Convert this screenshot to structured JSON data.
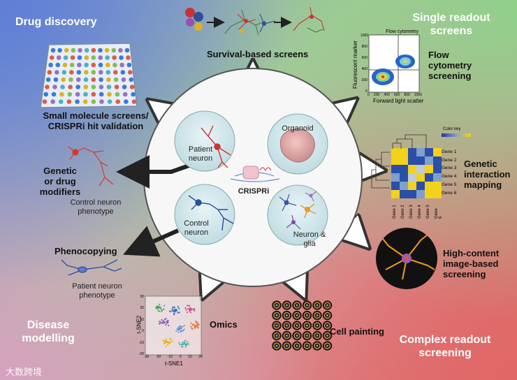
{
  "corners": {
    "drug_discovery": "Drug discovery",
    "single_readout": [
      "Single readout",
      "screens"
    ],
    "disease_modelling": [
      "Disease",
      "modelling"
    ],
    "complex_readout": [
      "Complex readout",
      "screening"
    ]
  },
  "center": {
    "patient_neuron": [
      "Patient",
      "neuron"
    ],
    "organoid": "Organoid",
    "crispri": "CRISPRi",
    "control_neuron": [
      "Control",
      "neuron"
    ],
    "neuron_glia": [
      "Neuron &",
      "glia"
    ]
  },
  "labels": {
    "survival": "Survival-based screens",
    "flow": [
      "Flow",
      "cytometry",
      "screening"
    ],
    "small_molecule": [
      "Small molecule screens/",
      "CRISPRi hit validation"
    ],
    "genetic_modifiers": [
      "Genetic",
      "or drug",
      "modifiers"
    ],
    "control_phenotype": [
      "Control neuron",
      "phenotype"
    ],
    "genetic_interaction": [
      "Genetic",
      "interaction",
      "mapping"
    ],
    "phenocopying": "Phenocopying",
    "patient_phenotype": [
      "Patient neuron",
      "phenotype"
    ],
    "high_content": [
      "High-content",
      "image-based",
      "screening"
    ],
    "omics": "Omics",
    "cell_painting": "Cell painting"
  },
  "flow_plot": {
    "title": "Flow cytometry",
    "xlabel": "Forward light scatter",
    "ylabel": "Fluorescent marker",
    "xticks": [
      "0",
      "200",
      "400",
      "600",
      "800",
      "1000"
    ],
    "yticks": [
      "0",
      "200",
      "400",
      "600",
      "800",
      "1000"
    ]
  },
  "heatmap": {
    "color_key": "Color key",
    "genes": [
      "Gene 1",
      "Gene 2",
      "Gene 3",
      "Gene 4",
      "Gene 5",
      "Gene 6"
    ]
  },
  "tsne": {
    "xlabel": "t-SNE1",
    "ylabel": "t-SNE2",
    "xticks": [
      "-30",
      "-20",
      "-10",
      "0",
      "10",
      "20"
    ],
    "yticks": [
      "30",
      "20",
      "10",
      "0",
      "-10",
      "-20"
    ]
  },
  "watermark": "大数跨境"
}
